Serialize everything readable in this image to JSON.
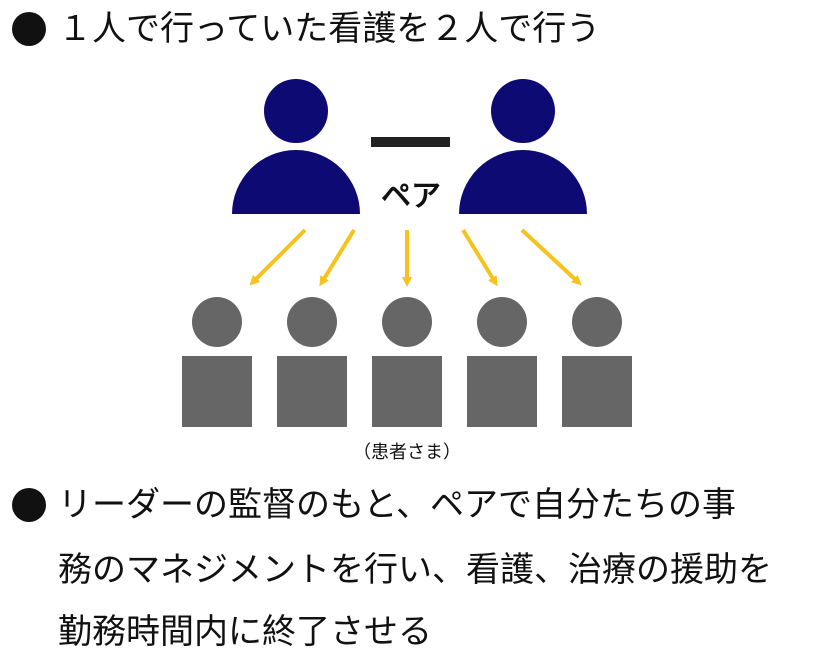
{
  "bullet1": {
    "text": "１人で行っていた看護を２人で行う"
  },
  "diagram": {
    "pair_label": "ペア",
    "patients_label": "（患者さま）",
    "nurse_color": "#0d0a73",
    "patient_color": "#666666",
    "arrow_color": "#f7c21b",
    "connector_color": "#222222",
    "nurse_count": 2,
    "patient_count": 5
  },
  "bullet2": {
    "lines": [
      "リーダーの監督のもと、ペアで自分たちの事",
      "務のマネジメントを行い、看護、治療の援助を",
      "勤務時間内に終了させる"
    ]
  }
}
